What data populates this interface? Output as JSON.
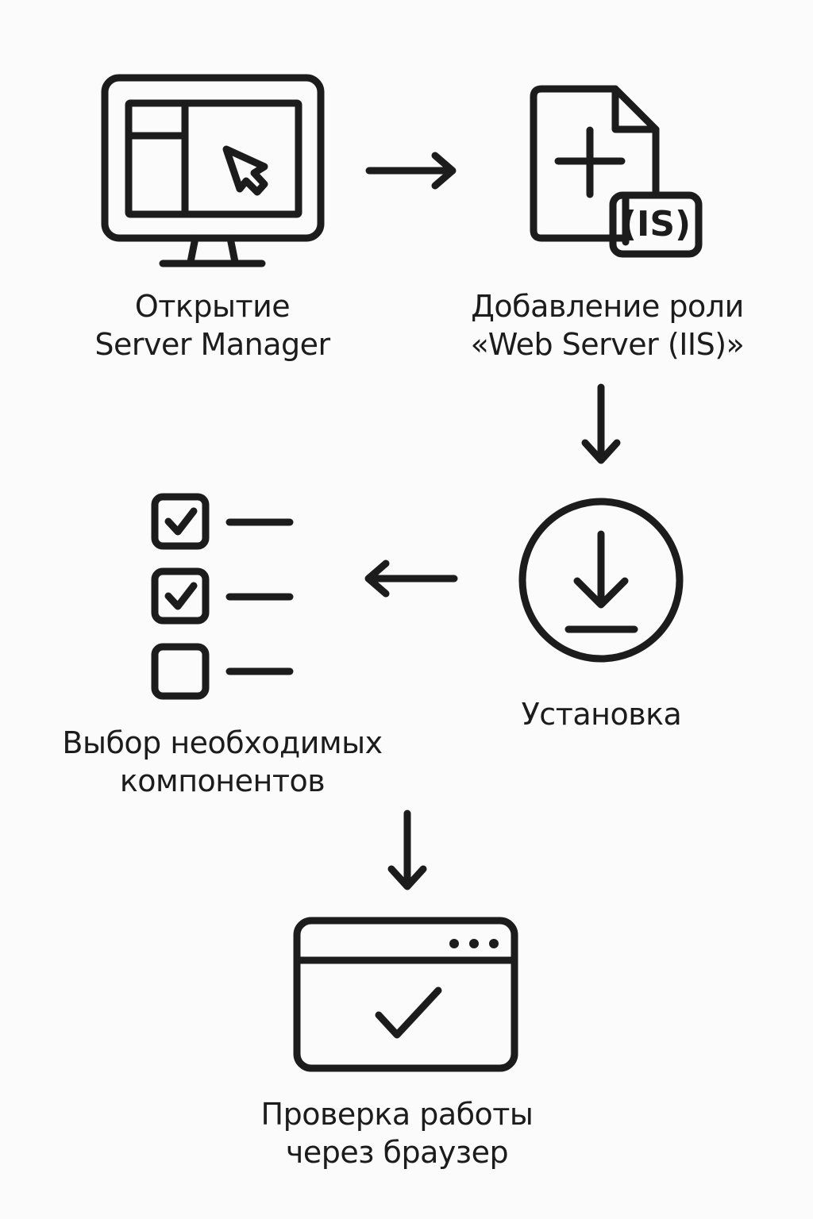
{
  "diagram": {
    "title": "IIS installation steps",
    "colors": {
      "stroke": "#1c1c1c",
      "background": "#fbfbfb"
    },
    "steps": [
      {
        "id": "open-server-manager",
        "icon": "monitor-cursor-icon",
        "lines": [
          "Открытие",
          "Server Manager"
        ]
      },
      {
        "id": "add-role",
        "icon": "document-add-iis-icon",
        "badge": "(IS)",
        "lines": [
          "Добавление роли",
          "«Web Server (IIS)»"
        ]
      },
      {
        "id": "install",
        "icon": "download-circle-icon",
        "lines": [
          "Установка"
        ]
      },
      {
        "id": "select-components",
        "icon": "checklist-icon",
        "checklist": [
          true,
          true,
          false
        ],
        "lines": [
          "Выбор необходимых",
          "компонентов"
        ]
      },
      {
        "id": "verify-browser",
        "icon": "browser-check-icon",
        "lines": [
          "Проверка работы",
          "через браузер"
        ]
      }
    ],
    "arrows": [
      {
        "from": "open-server-manager",
        "to": "add-role",
        "direction": "right"
      },
      {
        "from": "add-role",
        "to": "install",
        "direction": "down"
      },
      {
        "from": "install",
        "to": "select-components",
        "direction": "left"
      },
      {
        "from": "select-components",
        "to": "verify-browser",
        "direction": "down"
      }
    ]
  }
}
